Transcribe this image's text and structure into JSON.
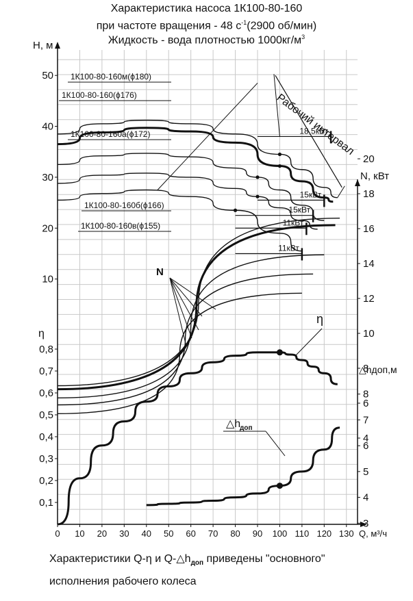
{
  "header": {
    "line1": "Характеристика насоса 1К100-80-160",
    "line2_a": "при частоте вращения - 48 с",
    "line2_sup": "-1",
    "line2_b": "(2900 об/мин)",
    "line3_a": "Жидкость - вода плотностью 1000кг/м",
    "line3_sup": "3"
  },
  "footer": {
    "line1_a": "Характеристики Q-η и Q-△h",
    "line1_sub": "доп",
    "line1_b": " приведены  \"основного\"",
    "line2": "исполнения рабочего колеса"
  },
  "chart_data": {
    "type": "line",
    "x_axis": {
      "label": "Q, м³/ч",
      "ticks": [
        "0",
        "10",
        "20",
        "30",
        "40",
        "50",
        "60",
        "70",
        "80",
        "90",
        "100",
        "110",
        "120",
        "130"
      ],
      "range": [
        0,
        135
      ]
    },
    "axes": {
      "H": {
        "label": "Н, м",
        "ticks": [
          "10",
          "20",
          "30",
          "40",
          "50"
        ],
        "range": [
          0,
          55
        ]
      },
      "N": {
        "label": "N, кВт",
        "ticks": [
          "4",
          "6",
          "8",
          "10",
          "12",
          "14",
          "16",
          "18",
          "20"
        ],
        "range": [
          0,
          20
        ]
      },
      "eta": {
        "label": "η",
        "ticks": [
          "0,1",
          "0,2",
          "0,3",
          "0,4",
          "0,5",
          "0,6",
          "0,7",
          "0,8"
        ],
        "range": [
          0,
          0.9
        ]
      },
      "dh": {
        "label": "△hдоп,м",
        "ticks": [
          "3",
          "4",
          "5",
          "6",
          "7",
          "8"
        ],
        "range": [
          2,
          9
        ]
      }
    },
    "series": [
      {
        "name": "1К100-80-160м(ϕ180)",
        "axis": "H",
        "bold": false,
        "x": [
          0,
          20,
          40,
          60,
          80,
          100,
          110,
          120,
          126
        ],
        "y": [
          38.5,
          40.5,
          41.2,
          40.5,
          38.5,
          34.5,
          31.5,
          28,
          26
        ]
      },
      {
        "name": "1К100-80-160(ϕ176)",
        "axis": "H",
        "bold": true,
        "x": [
          0,
          20,
          40,
          60,
          80,
          100,
          110,
          120,
          124
        ],
        "y": [
          36.5,
          38.8,
          39.7,
          39,
          36.8,
          32.2,
          29.2,
          26,
          25.2
        ]
      },
      {
        "name": "1К100-80-160а(ϕ172)",
        "axis": "H",
        "bold": false,
        "x": [
          0,
          20,
          40,
          60,
          80,
          90,
          100,
          110,
          120
        ],
        "y": [
          32.5,
          34.2,
          34.7,
          34,
          31.8,
          30,
          27.5,
          24.5,
          21.5
        ]
      },
      {
        "name": "1К100-80-160б(ϕ166)",
        "axis": "H",
        "bold": false,
        "x": [
          0,
          20,
          40,
          60,
          80,
          90,
          100,
          110,
          117
        ],
        "y": [
          28.8,
          30.4,
          30.8,
          30,
          27.8,
          26.2,
          24,
          21.5,
          19.8
        ]
      },
      {
        "name": "1К100-80-160в(ϕ155)",
        "axis": "H",
        "bold": false,
        "x": [
          0,
          20,
          40,
          60,
          80,
          100,
          110
        ],
        "y": [
          25.5,
          26.8,
          27.5,
          26.2,
          23.5,
          19,
          15.5
        ]
      },
      {
        "name": "N ϕ180",
        "axis": "N",
        "bold": false,
        "x": [
          0,
          127
        ],
        "y": [
          7.0,
          16.6
        ]
      },
      {
        "name": "N ϕ176",
        "axis": "N",
        "bold": true,
        "x": [
          0,
          125
        ],
        "y": [
          6.8,
          16.2
        ]
      },
      {
        "name": "N ϕ172",
        "axis": "N",
        "bold": false,
        "x": [
          0,
          120
        ],
        "y": [
          6.3,
          14.5
        ]
      },
      {
        "name": "N ϕ166",
        "axis": "N",
        "bold": false,
        "x": [
          0,
          115
        ],
        "y": [
          5.9,
          13.4
        ]
      },
      {
        "name": "N ϕ155",
        "axis": "N",
        "bold": false,
        "x": [
          0,
          110
        ],
        "y": [
          5.4,
          12.3
        ]
      },
      {
        "name": "η",
        "axis": "eta",
        "bold": true,
        "x": [
          0,
          10,
          20,
          30,
          40,
          50,
          60,
          70,
          80,
          90,
          100,
          105,
          110,
          115,
          120,
          126
        ],
        "y": [
          0,
          0.21,
          0.36,
          0.47,
          0.56,
          0.63,
          0.69,
          0.74,
          0.77,
          0.785,
          0.785,
          0.775,
          0.75,
          0.72,
          0.69,
          0.64
        ]
      },
      {
        "name": "△hдоп",
        "axis": "dh",
        "bold": true,
        "x": [
          40,
          50,
          60,
          70,
          80,
          90,
          100,
          110,
          120,
          127
        ],
        "y": [
          3.7,
          3.75,
          3.8,
          3.87,
          4.0,
          4.15,
          4.45,
          5.0,
          5.85,
          6.7
        ]
      }
    ],
    "points": [
      {
        "axis": "H",
        "x": 100,
        "y": 34.5
      },
      {
        "axis": "H",
        "x": 100,
        "y": 32.2
      },
      {
        "axis": "H",
        "x": 90,
        "y": 30
      },
      {
        "axis": "H",
        "x": 90,
        "y": 26.2
      },
      {
        "axis": "H",
        "x": 80,
        "y": 23.5
      },
      {
        "axis": "eta",
        "x": 100,
        "y": 0.785
      },
      {
        "axis": "dh",
        "x": 100,
        "y": 4.45
      }
    ],
    "power_labels": [
      {
        "text": "18,5кВт",
        "axis": "H",
        "x0": 90,
        "x1": 123,
        "y": 38
      },
      {
        "text": "15кВт",
        "axis": "H",
        "x0": 90,
        "x1": 120,
        "y": 25.5
      },
      {
        "text": "15кВт",
        "axis": "H",
        "x0": 80,
        "x1": 115,
        "y": 22.5
      },
      {
        "text": "11кВт",
        "axis": "H",
        "x0": 80,
        "x1": 112,
        "y": 20
      },
      {
        "text": "11кВт",
        "axis": "H",
        "x0": 80,
        "x1": 110,
        "y": 15
      }
    ],
    "annotations": {
      "working_range": "Рабочий интервал",
      "N_marker": "N",
      "eta_marker": "η",
      "dh_marker_main": "△h",
      "dh_marker_sub": "доп"
    },
    "grid": true
  }
}
